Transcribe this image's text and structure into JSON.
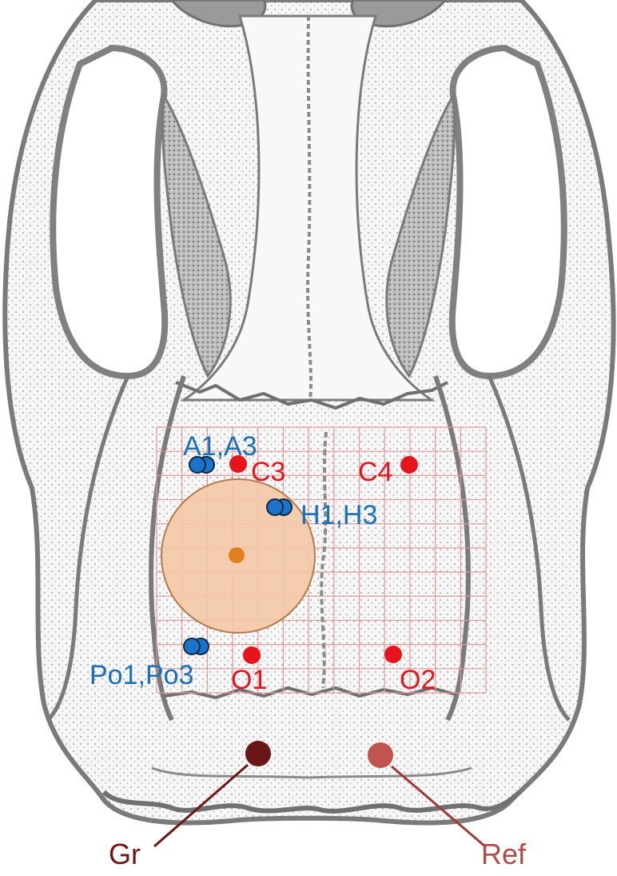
{
  "diagram": {
    "labels": {
      "a1a3": "A1,A3",
      "c3": "C3",
      "c4": "C4",
      "h1h3": "H1,H3",
      "po1po3": "Po1,Po3",
      "o1": "O1",
      "o2": "O2",
      "gr": "Gr",
      "ref": "Ref"
    },
    "colors": {
      "skull_stroke": "#7a7a7a",
      "skull_fill": "#f4f4f4",
      "grid": "#e29a9a",
      "red_electrode": "#e8141c",
      "blue_electrode": "#1b74c9",
      "lesion_fill": "#f3c9a6",
      "lesion_stroke": "#b57a4c",
      "lesion_center": "#e07f1e",
      "ground": "#6b1616",
      "reference": "#c05450"
    }
  }
}
